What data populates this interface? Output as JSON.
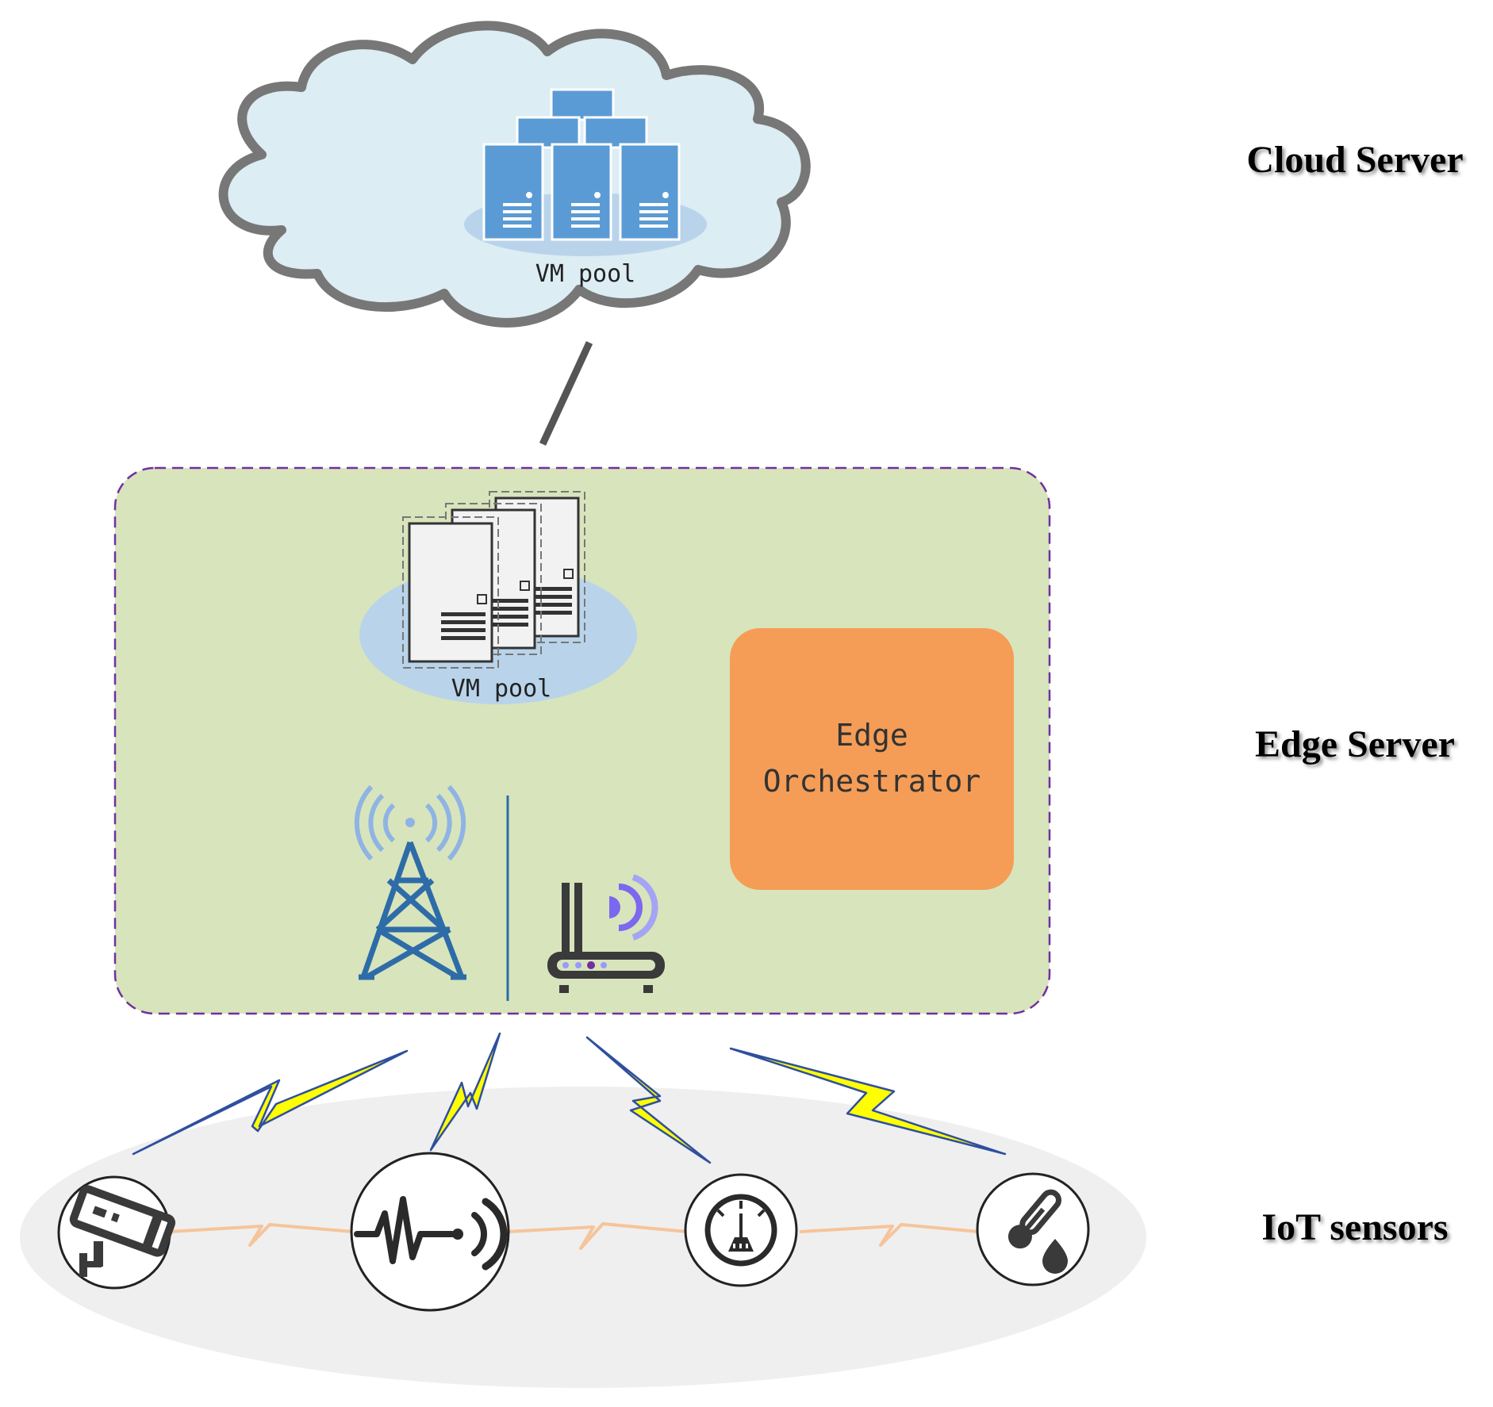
{
  "tiers": {
    "cloud": {
      "label": "Cloud Server"
    },
    "edge": {
      "label": "Edge Server"
    },
    "iot": {
      "label": "IoT sensors"
    }
  },
  "cloud": {
    "pool_label": "VM pool"
  },
  "edge": {
    "pool_label": "VM pool",
    "orchestrator": {
      "line1": "Edge",
      "line2": "Orchestrator"
    }
  },
  "sensors": [
    {
      "icon": "security-camera-icon"
    },
    {
      "icon": "vibration-sensor-icon"
    },
    {
      "icon": "pressure-gauge-icon"
    },
    {
      "icon": "temperature-humidity-icon"
    }
  ],
  "colors": {
    "cloud_fill": "#dcedf3",
    "cloud_stroke": "#777777",
    "server_blue": "#5b9bd5",
    "edge_fill": "#d8e4bc",
    "edge_border": "#7030a0",
    "orchestrator_fill": "#f59d56",
    "tower_blue": "#2e6ca8",
    "lightning_yellow": "#ffff00",
    "lightning_blue": "#2f4f9f",
    "sensor_link": "#f6c49a",
    "iot_platform": "#efefef"
  }
}
